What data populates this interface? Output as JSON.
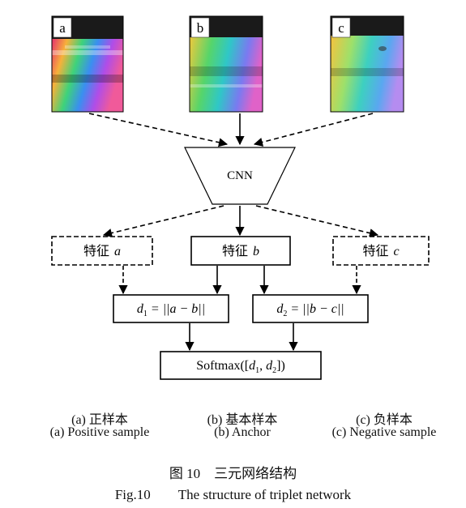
{
  "images": [
    {
      "letter": "a"
    },
    {
      "letter": "b"
    },
    {
      "letter": "c"
    }
  ],
  "cnn_label": "CNN",
  "feature_nodes": [
    {
      "prefix": "特征",
      "var": "a"
    },
    {
      "prefix": "特征",
      "var": "b"
    },
    {
      "prefix": "特征",
      "var": "c"
    }
  ],
  "distance_nodes": [
    {
      "var": "d",
      "sub": "1",
      "expr": " = ||a − b||"
    },
    {
      "var": "d",
      "sub": "2",
      "expr": " = ||b − c||"
    }
  ],
  "softmax": {
    "head": "Softmax([",
    "d1": "d",
    "s1": "1",
    "sep": ", ",
    "d2": "d",
    "s2": "2",
    "tail": "])"
  },
  "sample_labels": [
    {
      "zh": "(a) 正样本",
      "en": "(a) Positive sample"
    },
    {
      "zh": "(b) 基本样本",
      "en": "(b) Anchor"
    },
    {
      "zh": "(c) 负样本",
      "en": "(c) Negative sample"
    }
  ],
  "figure_caption": {
    "zh": "图 10　三元网络结构",
    "en": "Fig.10　　The structure of triplet network"
  }
}
